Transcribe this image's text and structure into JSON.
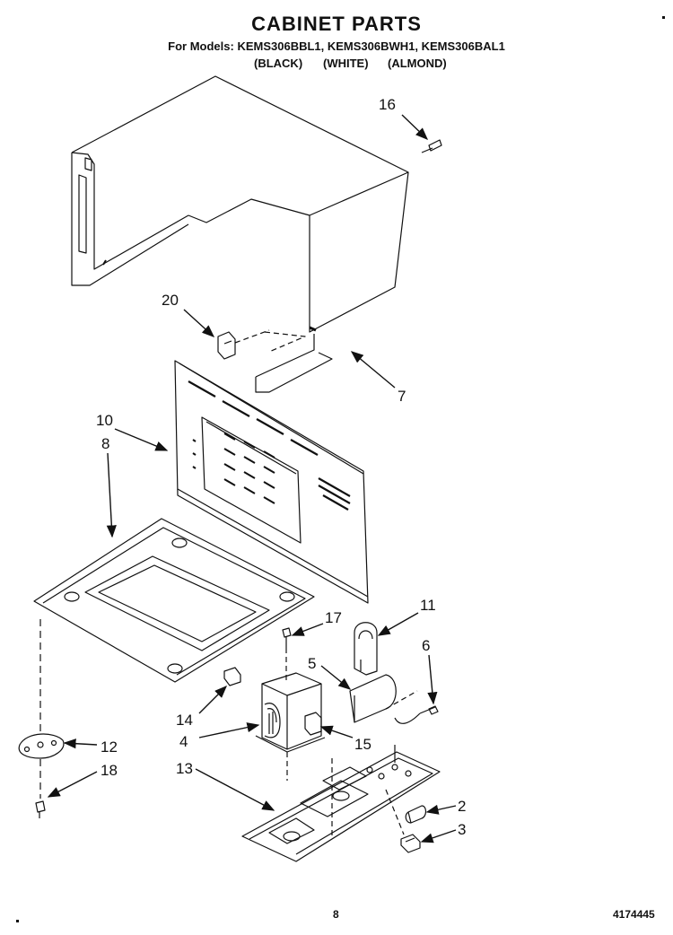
{
  "header": {
    "title": "CABINET PARTS",
    "models_line": "For Models: KEMS306BBL1, KEMS306BWH1, KEMS306BAL1",
    "variants": [
      "(BLACK)",
      "(WHITE)",
      "(ALMOND)"
    ]
  },
  "callouts": [
    "16",
    "20",
    "7",
    "10",
    "8",
    "11",
    "17",
    "6",
    "5",
    "14",
    "4",
    "15",
    "12",
    "18",
    "13",
    "2",
    "3"
  ],
  "footer": {
    "page_number": "8",
    "doc_number": "4174445"
  }
}
